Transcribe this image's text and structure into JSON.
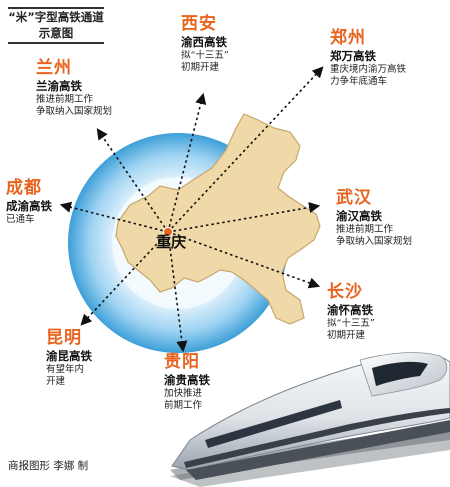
{
  "title": {
    "line1": "“米”字型高铁通道",
    "line2": "示意图"
  },
  "center": {
    "name": "重庆"
  },
  "routes": [
    {
      "id": "xian",
      "city": "西安",
      "line": "渝西高铁",
      "note1": "拟“十三五”",
      "note2": "初期开建"
    },
    {
      "id": "zhengzhou",
      "city": "郑州",
      "line": "郑万高铁",
      "note1": "重庆境内渝万高铁",
      "note2": "力争年底通车"
    },
    {
      "id": "lanzhou",
      "city": "兰州",
      "line": "兰渝高铁",
      "note1": "推进前期工作",
      "note2": "争取纳入国家规划"
    },
    {
      "id": "chengdu",
      "city": "成都",
      "line": "成渝高铁",
      "note1": "已通车",
      "note2": ""
    },
    {
      "id": "wuhan",
      "city": "武汉",
      "line": "渝汉高铁",
      "note1": "推进前期工作",
      "note2": "争取纳入国家规划"
    },
    {
      "id": "changsha",
      "city": "长沙",
      "line": "渝怀高铁",
      "note1": "拟“十三五”",
      "note2": "初期开建"
    },
    {
      "id": "kunming",
      "city": "昆明",
      "line": "渝昆高铁",
      "note1": "有望年内",
      "note2": "开建"
    },
    {
      "id": "guiyang",
      "city": "贵阳",
      "line": "渝贵高铁",
      "note1": "加快推进",
      "note2": "前期工作"
    }
  ],
  "credit": "商报图形  李娜  制",
  "colors": {
    "city": "#e8641e",
    "map_fill": "#f0d9a8",
    "map_stroke": "#c9a66b",
    "halo": "#4aa8dc",
    "center_dot": "#e8641e"
  }
}
